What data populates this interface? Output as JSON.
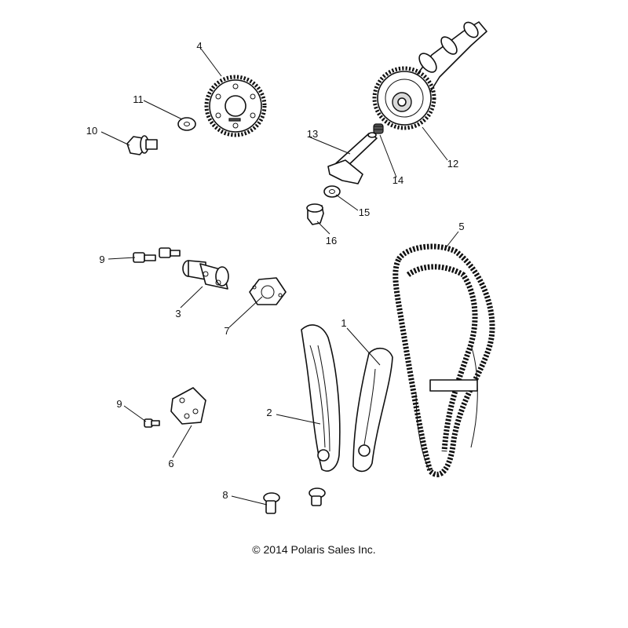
{
  "copyright": "© 2014 Polaris Sales Inc.",
  "callouts": {
    "c1": "1",
    "c2": "2",
    "c3": "3",
    "c4": "4",
    "c5": "5",
    "c6": "6",
    "c7": "7",
    "c8": "8",
    "c9a": "9",
    "c9b": "9",
    "c10": "10",
    "c11": "11",
    "c12": "12",
    "c13": "13",
    "c14": "14",
    "c15": "15",
    "c16": "16"
  }
}
